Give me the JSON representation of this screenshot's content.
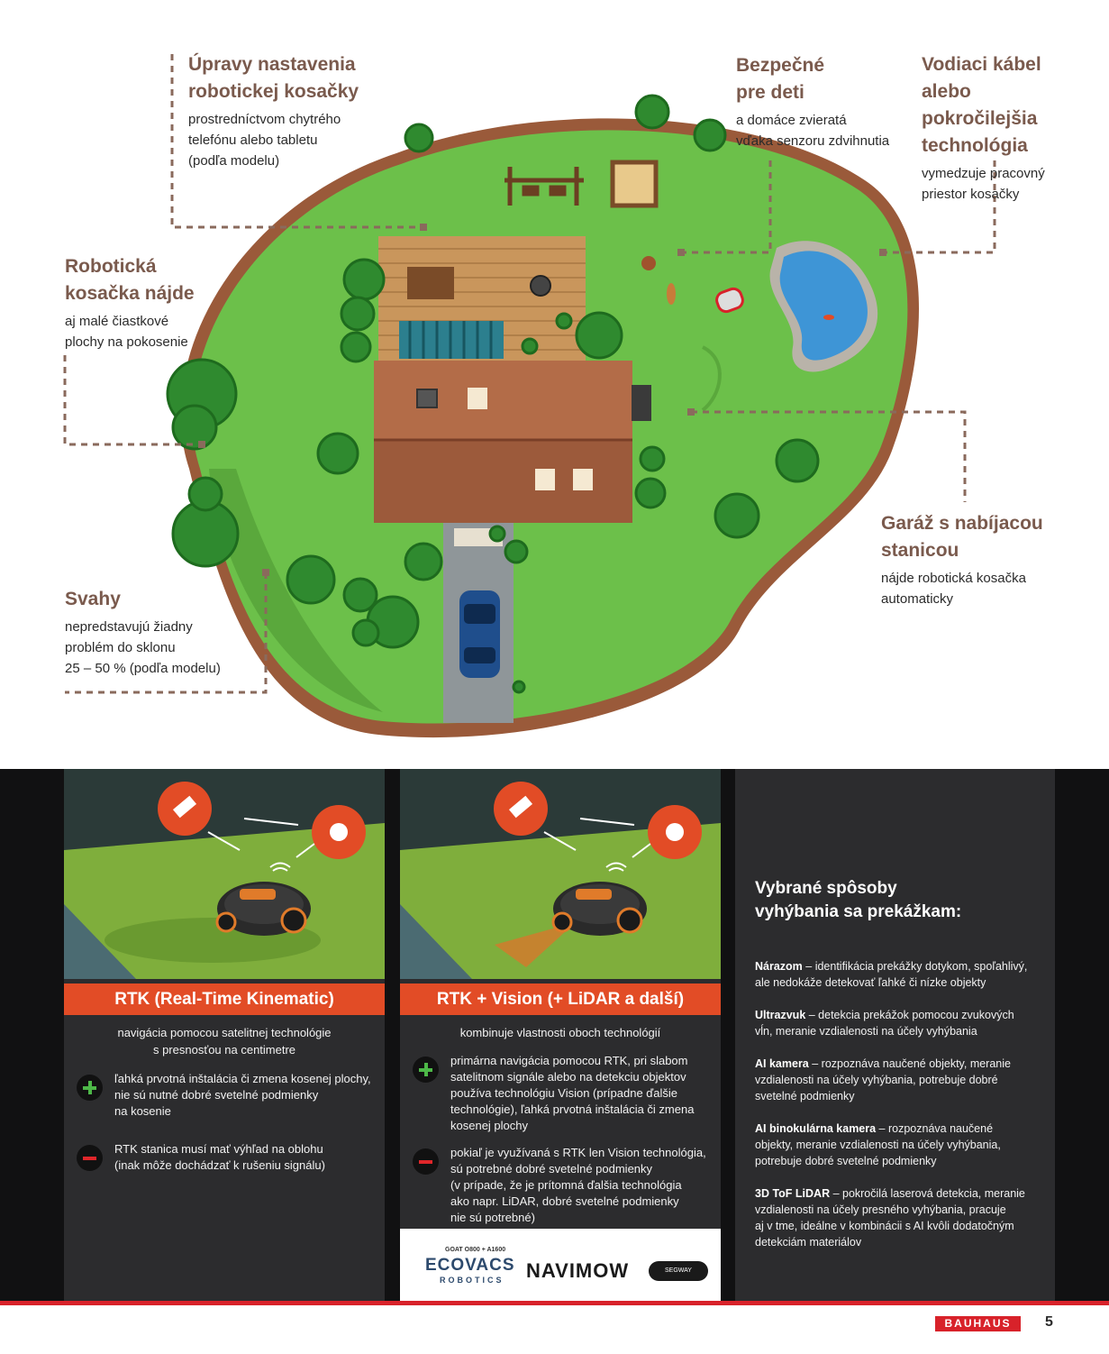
{
  "callouts": {
    "app_settings": {
      "title_l1": "Úpravy nastavenia",
      "title_l2": "robotickej kosačky",
      "desc": [
        "prostredníctvom chytrého",
        "telefónu alebo tabletu",
        "(podľa modelu)"
      ]
    },
    "child_safe": {
      "title_l1": "Bezpečné",
      "title_l2": "pre deti",
      "desc": [
        "a domáce zvieratá",
        "vďaka senzoru zdvihnutia"
      ]
    },
    "guide_wire": {
      "title_l1": "Vodiaci kábel",
      "title_l2": "alebo",
      "title_l3": "pokročilejšia",
      "title_l4": "technológia",
      "desc": [
        "vymedzuje pracovný",
        "priestor kosačky"
      ]
    },
    "small_areas": {
      "title_l1": "Robotická",
      "title_l2": "kosačka nájde",
      "desc": [
        "aj malé čiastkové",
        "plochy na pokosenie"
      ]
    },
    "garage": {
      "title_l1": "Garáž s nabíjacou",
      "title_l2": "stanicou",
      "desc": [
        "nájde robotická kosačka",
        "automaticky"
      ]
    },
    "slopes": {
      "title_l1": "Svahy",
      "desc": [
        "nepredstavujú žiadny",
        "problém do sklonu",
        "25 – 50 % (podľa modelu)"
      ]
    }
  },
  "panels": {
    "rtk": {
      "banner": "RTK (Real-Time Kinematic)",
      "subtitle": [
        "navigácia pomocou satelitnej technológie",
        "s presnosťou na centimetre"
      ],
      "pro": [
        "ľahká prvotná inštalácia či zmena kosenej plochy,",
        "nie sú nutné dobré svetelné podmienky",
        "na kosenie"
      ],
      "con": [
        "RTK stanica musí mať výhľad na oblohu",
        "(inak môže dochádzať k rušeniu signálu)"
      ]
    },
    "vision": {
      "banner": "RTK + Vision (+ LiDAR a další)",
      "subtitle": [
        "kombinuje vlastnosti oboch technológií"
      ],
      "pro": [
        "primárna navigácia pomocou RTK, pri slabom",
        "satelitnom signále alebo na detekciu objektov",
        "používa technológiu Vision (prípadne ďalšie",
        "technológie), ľahká prvotná inštalácia či zmena",
        "kosenej plochy"
      ],
      "con": [
        "pokiaľ je využívaná s RTK len Vision technológia,",
        "sú potrebné dobré svetelné podmienky",
        "(v prípade, že je prítomná ďalšia technológia",
        "ako napr. LiDAR, dobré svetelné podmienky",
        "nie sú potrebné)"
      ],
      "brands": {
        "ecovacs_model": "GOAT O800 + A1600",
        "ecovacs_name": "ECOVACS",
        "ecovacs_sub": "ROBOTICS",
        "navimow": "NAVIMOW",
        "segway": "SEGWAY"
      }
    }
  },
  "info": {
    "title_l1": "Vybrané spôsoby",
    "title_l2": "vyhýbania sa prekážkam:",
    "items": [
      {
        "term": "Nárazom",
        "text": [
          " – identifikácia prekážky dotykom, spoľahlivý,",
          "ale nedokáže detekovať ľahké či nízke objekty"
        ]
      },
      {
        "term": "Ultrazvuk",
        "text": [
          " – detekcia prekážok pomocou zvukových",
          "vĺn, meranie vzdialenosti na účely vyhýbania"
        ]
      },
      {
        "term": "AI kamera",
        "text": [
          " – rozpoznáva naučené objekty, meranie",
          "vzdialenosti na účely vyhýbania, potrebuje dobré",
          "svetelné podmienky"
        ]
      },
      {
        "term": "AI binokulárna kamera",
        "text": [
          " – rozpoznáva naučené",
          "objekty, meranie vzdialenosti na účely vyhýbania,",
          "potrebuje dobré svetelné podmienky"
        ]
      },
      {
        "term": "3D ToF LiDAR",
        "text": [
          " – pokročilá laserová detekcia, meranie",
          "vzdialenosti na účely presného vyhýbania, pracuje",
          "aj v tme, ideálne v kombinácii s AI kvôli dodatočným",
          "detekciám materiálov"
        ]
      }
    ]
  },
  "footer": {
    "logo": "BAUHAUS",
    "page_number": "5"
  },
  "colors": {
    "accent_orange": "#e24c26",
    "callout_brown": "#7a5a4d",
    "lawn_green": "#6cc04a",
    "footer_red": "#d8222a",
    "panel_dark": "#2c2c2e"
  }
}
